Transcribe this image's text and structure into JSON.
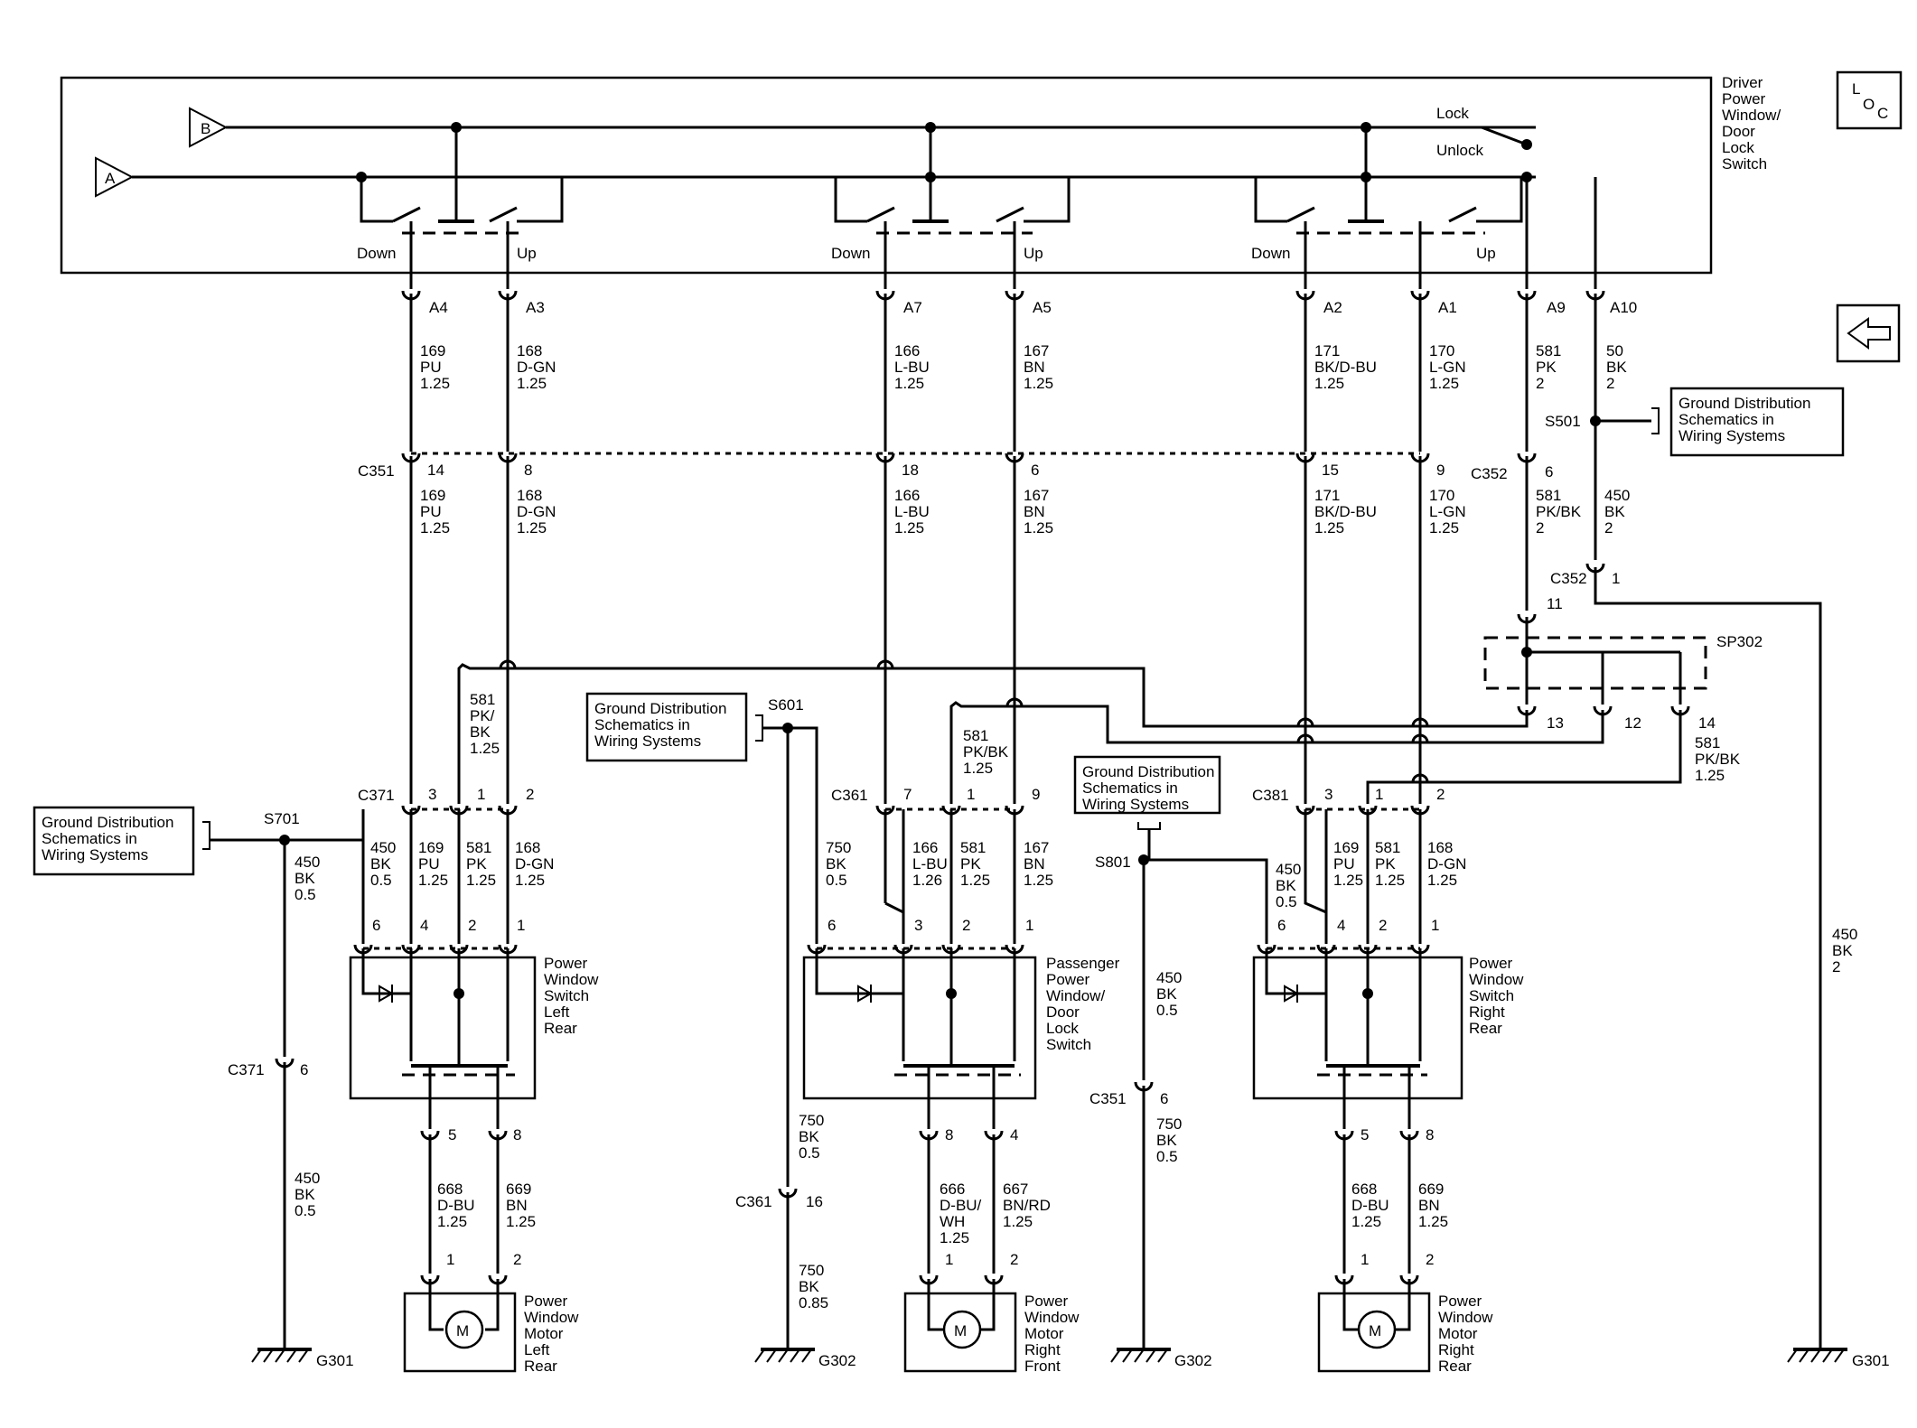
{
  "loc_icon": "loc-icon",
  "back_icon": "left-arrow-icon",
  "inputs": {
    "b": "B",
    "a": "A"
  },
  "driver_switch": {
    "label": [
      "Driver",
      "Power",
      "Window/",
      "Door",
      "Lock",
      "Switch"
    ],
    "lock": "Lock",
    "unlock": "Unlock",
    "down": "Down",
    "up": "Up"
  },
  "ground_box": [
    "Ground Distribution",
    "Schematics in",
    "Wiring Systems"
  ],
  "wires_top": [
    {
      "pin": "A4",
      "num": "169",
      "color": "PU",
      "gauge": "1.25"
    },
    {
      "pin": "A3",
      "num": "168",
      "color": "D-GN",
      "gauge": "1.25"
    },
    {
      "pin": "A7",
      "num": "166",
      "color": "L-BU",
      "gauge": "1.25"
    },
    {
      "pin": "A5",
      "num": "167",
      "color": "BN",
      "gauge": "1.25"
    },
    {
      "pin": "A2",
      "num": "171",
      "color": "BK/D-BU",
      "gauge": "1.25"
    },
    {
      "pin": "A1",
      "num": "170",
      "color": "L-GN",
      "gauge": "1.25"
    },
    {
      "pin": "A9",
      "num": "581",
      "color": "PK",
      "gauge": "2"
    },
    {
      "pin": "A10",
      "num": "50",
      "color": "BK",
      "gauge": "2"
    }
  ],
  "c351": {
    "name": "C351",
    "pins": [
      "14",
      "8",
      "18",
      "6",
      "15",
      "9"
    ]
  },
  "wires_mid": [
    {
      "num": "169",
      "color": "PU",
      "gauge": "1.25"
    },
    {
      "num": "168",
      "color": "D-GN",
      "gauge": "1.25"
    },
    {
      "num": "166",
      "color": "L-BU",
      "gauge": "1.25"
    },
    {
      "num": "167",
      "color": "BN",
      "gauge": "1.25"
    },
    {
      "num": "171",
      "color": "BK/D-BU",
      "gauge": "1.25"
    },
    {
      "num": "170",
      "color": "L-GN",
      "gauge": "1.25"
    }
  ],
  "c352": {
    "name": "C352",
    "pin6": "6",
    "pin1": "1",
    "pin11": "11"
  },
  "w581_c352": {
    "num": "581",
    "color": "PK/BK",
    "gauge": "2"
  },
  "s501": "S501",
  "w450_s501": {
    "num": "450",
    "color": "BK",
    "gauge": "2"
  },
  "sp302": {
    "name": "SP302",
    "pins": [
      "13",
      "12",
      "14"
    ]
  },
  "w581_sp302": {
    "num": "581",
    "color": "PK/BK",
    "gauge": "1.25"
  },
  "w450_right": {
    "num": "450",
    "color": "BK",
    "gauge": "2"
  },
  "left_rear": {
    "conn": "C371",
    "pins": [
      "3",
      "1",
      "2"
    ],
    "w581": {
      "num": "581",
      "color": "PK/",
      "color2": "BK",
      "gauge": "1.25"
    },
    "wires": [
      {
        "num": "450",
        "color": "BK",
        "gauge": "0.5"
      },
      {
        "num": "169",
        "color": "PU",
        "gauge": "1.25"
      },
      {
        "num": "581",
        "color": "PK",
        "gauge": "1.25"
      },
      {
        "num": "168",
        "color": "D-GN",
        "gauge": "1.25"
      }
    ],
    "sw_pins": [
      "6",
      "4",
      "2",
      "1"
    ],
    "switch_label": [
      "Power",
      "Window",
      "Switch",
      "Left",
      "Rear"
    ],
    "out_pins": [
      "5",
      "8"
    ],
    "out_wires": [
      {
        "num": "668",
        "color": "D-BU",
        "gauge": "1.25"
      },
      {
        "num": "669",
        "color": "BN",
        "gauge": "1.25"
      }
    ],
    "motor_pins": [
      "1",
      "2"
    ],
    "motor_label": [
      "Power",
      "Window",
      "Motor",
      "Left",
      "Rear"
    ]
  },
  "s701": "S701",
  "w450_s701": {
    "num": "450",
    "color": "BK",
    "gauge": "0.5"
  },
  "c371_6": {
    "name": "C371",
    "pin": "6"
  },
  "w450_g301": {
    "num": "450",
    "color": "BK",
    "gauge": "0.5"
  },
  "g301": "G301",
  "s601": "S601",
  "front": {
    "conn": "C361",
    "pins": [
      "7",
      "1",
      "9"
    ],
    "w581": {
      "num": "581",
      "color": "PK/BK",
      "gauge": "1.25"
    },
    "wires": [
      {
        "num": "750",
        "color": "BK",
        "gauge": "0.5"
      },
      {
        "num": "166",
        "color": "L-BU",
        "gauge": "1.26"
      },
      {
        "num": "581",
        "color": "PK",
        "gauge": "1.25"
      },
      {
        "num": "167",
        "color": "BN",
        "gauge": "1.25"
      }
    ],
    "sw_pins": [
      "6",
      "3",
      "2",
      "1"
    ],
    "switch_label": [
      "Passenger",
      "Power",
      "Window/",
      "Door",
      "Lock",
      "Switch"
    ],
    "out_pins": [
      "8",
      "4"
    ],
    "out_wires": [
      {
        "num": "666",
        "color": "D-BU/",
        "color2": "WH",
        "gauge": "1.25"
      },
      {
        "num": "667",
        "color": "BN/RD",
        "gauge": "1.25"
      }
    ],
    "motor_pins": [
      "1",
      "2"
    ],
    "motor_label": [
      "Power",
      "Window",
      "Motor",
      "Right",
      "Front"
    ]
  },
  "w750_s601": {
    "num": "750",
    "color": "BK",
    "gauge": "0.5"
  },
  "c361_16": {
    "name": "C361",
    "pin": "16"
  },
  "w750_g302": {
    "num": "750",
    "color": "BK",
    "gauge": "0.85"
  },
  "g302": "G302",
  "s801": "S801",
  "w450_s801": {
    "num": "450",
    "color": "BK",
    "gauge": "0.5"
  },
  "c351_6": {
    "name": "C351",
    "pin": "6"
  },
  "w750_g302b": {
    "num": "750",
    "color": "BK",
    "gauge": "0.5"
  },
  "right_rear": {
    "conn": "C381",
    "pins": [
      "3",
      "1",
      "2"
    ],
    "wires": [
      {
        "num": "450",
        "color": "BK",
        "gauge": "0.5"
      },
      {
        "num": "169",
        "color": "PU",
        "gauge": "1.25"
      },
      {
        "num": "581",
        "color": "PK",
        "gauge": "1.25"
      },
      {
        "num": "168",
        "color": "D-GN",
        "gauge": "1.25"
      }
    ],
    "sw_pins": [
      "6",
      "4",
      "2",
      "1"
    ],
    "switch_label": [
      "Power",
      "Window",
      "Switch",
      "Right",
      "Rear"
    ],
    "out_pins": [
      "5",
      "8"
    ],
    "out_wires": [
      {
        "num": "668",
        "color": "D-BU",
        "gauge": "1.25"
      },
      {
        "num": "669",
        "color": "BN",
        "gauge": "1.25"
      }
    ],
    "motor_pins": [
      "1",
      "2"
    ],
    "motor_label": [
      "Power",
      "Window",
      "Motor",
      "Right",
      "Rear"
    ]
  },
  "motor_symbol": "M"
}
